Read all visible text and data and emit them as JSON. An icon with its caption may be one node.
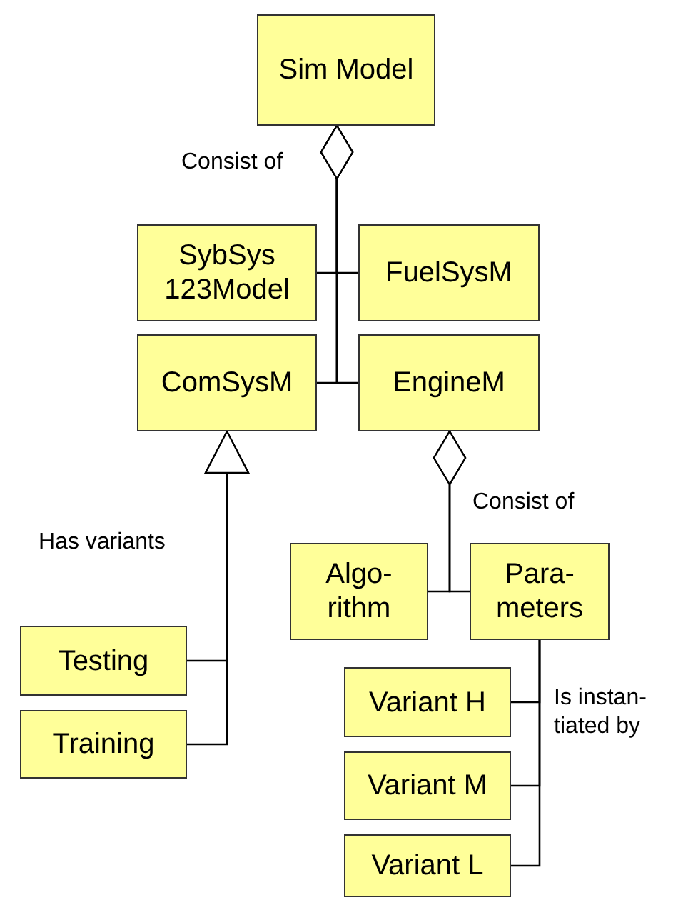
{
  "diagram": {
    "nodes": [
      {
        "text": [
          "Sim Model"
        ]
      },
      {
        "text": [
          "SybSys 123Model"
        ]
      },
      {
        "text": [
          "FuelSysM"
        ]
      },
      {
        "text": [
          "ComSysM"
        ]
      },
      {
        "text": [
          "EngineM"
        ]
      },
      {
        "text": [
          "Algo-rithm"
        ]
      },
      {
        "text": [
          "Para-meters"
        ]
      },
      {
        "text": [
          "Testing"
        ]
      },
      {
        "text": [
          "Variant H"
        ]
      },
      {
        "text": [
          "Training"
        ]
      },
      {
        "text": [
          "Variant M"
        ]
      },
      {
        "text": [
          "Variant L"
        ]
      }
    ],
    "edges": [
      {
        "from": 1,
        "to": 0,
        "arrow": "other"
      },
      {
        "from": 2,
        "to": 0,
        "arrow": "other"
      },
      {
        "from": 3,
        "to": 0,
        "arrow": "other"
      },
      {
        "from": 4,
        "to": 0,
        "arrow": "other"
      },
      {
        "from": 7,
        "to": 3,
        "arrow": "to"
      },
      {
        "from": 9,
        "to": 3,
        "arrow": "to"
      },
      {
        "from": 5,
        "to": 4,
        "arrow": "other"
      },
      {
        "from": 6,
        "to": 4,
        "arrow": "other"
      },
      {
        "from": 6,
        "to": 8,
        "arrow": "none"
      },
      {
        "from": 6,
        "to": 10,
        "arrow": "none"
      },
      {
        "from": 6,
        "to": 11,
        "arrow": "none"
      }
    ],
    "labels": [
      "Consist of",
      "Has variants",
      "Consist of",
      "Is instan-tiated by"
    ]
  }
}
